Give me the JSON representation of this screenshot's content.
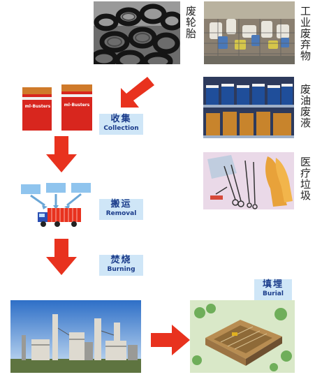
{
  "sources": [
    {
      "label": "废轮胎"
    },
    {
      "label": "工业废弃物"
    },
    {
      "label": "废油废液"
    },
    {
      "label": "医疗垃圾"
    }
  ],
  "product": {
    "brand": "ml-Busters"
  },
  "steps": {
    "collection": {
      "zh": "收集",
      "en": "Collection"
    },
    "removal": {
      "zh": "搬运",
      "en": "Removal"
    },
    "burning": {
      "zh": "焚烧",
      "en": "Burning"
    },
    "burial": {
      "zh": "填埋",
      "en": "Burial"
    }
  },
  "colors": {
    "arrow": "#e8321e",
    "label_bg": "#cfe6f7",
    "label_text": "#1a3b8a"
  }
}
